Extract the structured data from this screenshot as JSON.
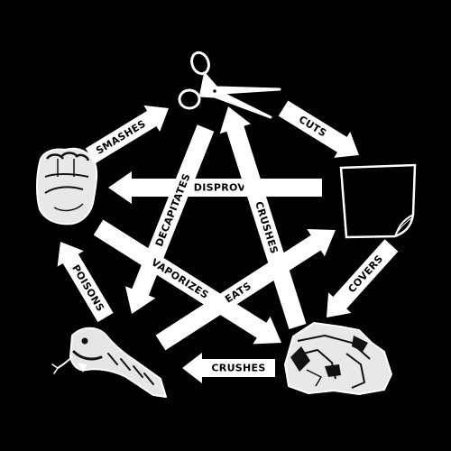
{
  "colors": {
    "background": "#000000",
    "arrow_fill": "#ffffff",
    "label_text": "#000000",
    "icon_stroke": "#ffffff"
  },
  "nodes": [
    {
      "id": "scissors",
      "icon": "scissors-icon"
    },
    {
      "id": "paper",
      "icon": "paper-icon"
    },
    {
      "id": "rock",
      "icon": "rock-icon"
    },
    {
      "id": "lizard",
      "icon": "lizard-icon"
    },
    {
      "id": "fist",
      "icon": "fist-icon"
    }
  ],
  "arrows": [
    {
      "id": "smashes",
      "label": "SMASHES"
    },
    {
      "id": "cuts",
      "label": "CUTS"
    },
    {
      "id": "covers",
      "label": "COVERS"
    },
    {
      "id": "crushes-bottom",
      "label": "CRUSHES"
    },
    {
      "id": "poisons",
      "label": "POISONS"
    },
    {
      "id": "disproves",
      "label": "DISPROVES"
    },
    {
      "id": "decapitates",
      "label": "DECAPITATES"
    },
    {
      "id": "crushes-inner",
      "label": "CRUSHES"
    },
    {
      "id": "vaporizes",
      "label": "VAPORIZES"
    },
    {
      "id": "eats",
      "label": "EATS"
    }
  ]
}
